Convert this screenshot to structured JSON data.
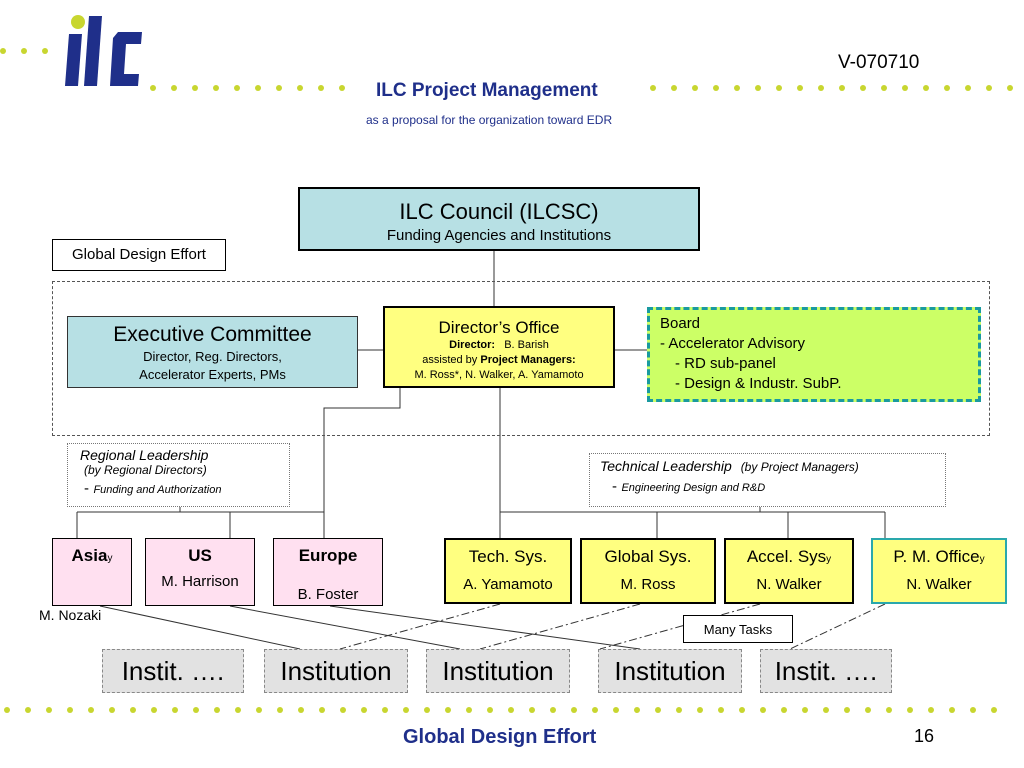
{
  "header": {
    "logo_text": "ilc",
    "version": "V-070710",
    "title": "ILC Project Management",
    "subtitle": "as  a proposal for the organization toward EDR"
  },
  "council": {
    "title": "ILC Council  (ILCSC)",
    "subtitle": "Funding Agencies and Institutions"
  },
  "gde_label": "Global Design Effort",
  "executive": {
    "title": "Executive Committee",
    "line1": "Director, Reg. Directors,",
    "line2": "Accelerator Experts, PMs"
  },
  "director": {
    "title": "Director’s Office",
    "director_label": "Director:",
    "director_name": "B. Barish",
    "assisted_prefix": "assisted by ",
    "assisted_label": "Project Managers:",
    "managers": "M. Ross*, N. Walker, A. Yamamoto"
  },
  "board": {
    "line1": "Board",
    "line2": "- Accelerator Advisory",
    "line3": "- RD sub-panel",
    "line4": "- Design & Industr. SubP."
  },
  "regional": {
    "title": "Regional Leadership",
    "sub": "(by Regional Directors)",
    "dash": "-",
    "role": "Funding and Authorization"
  },
  "technical": {
    "title": "Technical Leadership",
    "sub": "(by Project Managers)",
    "dash": "-",
    "role": "Engineering Design and R&D"
  },
  "regions": [
    {
      "name": "Asia",
      "sup": "y",
      "person": "M. Nozaki"
    },
    {
      "name": "US",
      "sup": "",
      "person": "M. Harrison"
    },
    {
      "name": "Europe",
      "sup": "",
      "person": "B. Foster"
    }
  ],
  "systems": [
    {
      "name": "Tech. Sys.",
      "sup": "",
      "person": "A. Yamamoto"
    },
    {
      "name": "Global Sys.",
      "sup": "",
      "person": "M. Ross"
    },
    {
      "name": "Accel. Sys",
      "sup": "y",
      "person": "N. Walker"
    },
    {
      "name": "P. M. Office",
      "sup": "y",
      "person": "N. Walker"
    }
  ],
  "institutions": [
    "Instit.  ….",
    "Institution",
    "Institution",
    "Institution",
    "Instit. …."
  ],
  "many_tasks": "Many Tasks",
  "footer": {
    "title": "Global Design Effort",
    "page": "16"
  },
  "colors": {
    "accent_blue": "#1f2f8a",
    "cyan_box": "#b7e0e4",
    "yellow_box": "#ffff80",
    "green_board": "#ccff66",
    "pink_region": "#ffe0f0",
    "dot_green": "#c8d630"
  }
}
